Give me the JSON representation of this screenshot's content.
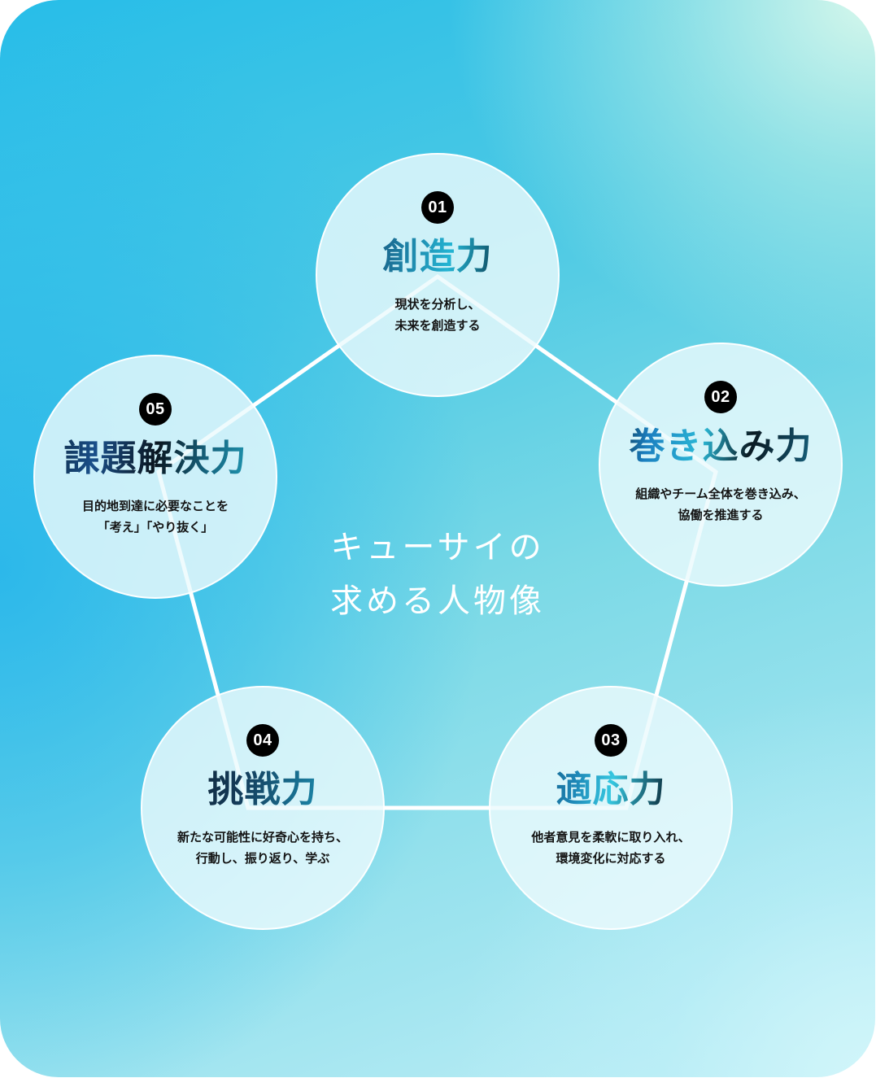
{
  "center_title": {
    "line1": "キューサイの",
    "line2": "求める人物像"
  },
  "colors": {
    "badge_bg": "#000000",
    "line": "#ffffff",
    "bg_top_left": "#27bde8",
    "bg_top_right": "#d4f7ec",
    "bg_bottom_left": "#5dc8f2",
    "bg_bottom_right": "#c8f1f8",
    "title_accent": "#24b4d3"
  },
  "traits": [
    {
      "number": "01",
      "title": "創造力",
      "desc_line1": "現状を分析し、",
      "desc_line2": "未来を創造する"
    },
    {
      "number": "02",
      "title": "巻き込み力",
      "desc_line1": "組織やチーム全体を巻き込み、",
      "desc_line2": "協働を推進する"
    },
    {
      "number": "03",
      "title": "適応力",
      "desc_line1": "他者意見を柔軟に取り入れ、",
      "desc_line2": "環境変化に対応する"
    },
    {
      "number": "04",
      "title": "挑戦力",
      "desc_line1": "新たな可能性に好奇心を持ち、",
      "desc_line2": "行動し、振り返り、学ぶ"
    },
    {
      "number": "05",
      "title": "課題解決力",
      "desc_line1": "目的地到達に必要なことを",
      "desc_line2": "「考え」「やり抜く」"
    }
  ]
}
